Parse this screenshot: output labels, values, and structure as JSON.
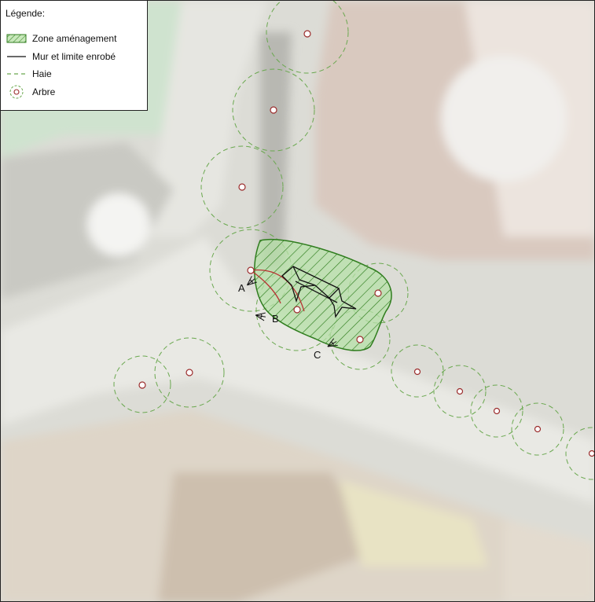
{
  "legend": {
    "title": "Légende:",
    "items": [
      {
        "id": "zone",
        "label": "Zone aménagement"
      },
      {
        "id": "wall",
        "label": "Mur et limite enrobé"
      },
      {
        "id": "hedge",
        "label": "Haie"
      },
      {
        "id": "tree",
        "label": "Arbre"
      }
    ]
  },
  "viewpoints": [
    {
      "label": "A"
    },
    {
      "label": "B"
    },
    {
      "label": "C"
    }
  ],
  "colors": {
    "zone_fill": "#8bd07a",
    "zone_stroke": "#2f7d1e",
    "hedge": "#6aa84f",
    "tree_center": "#9b2c2c",
    "wall": "#111111"
  }
}
